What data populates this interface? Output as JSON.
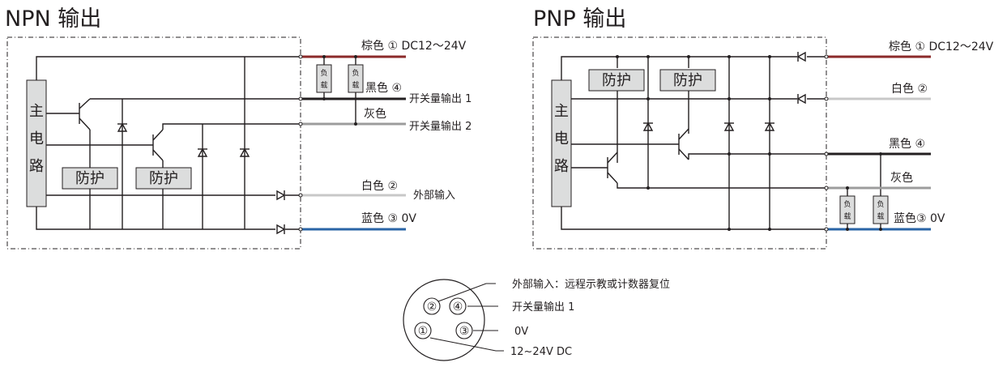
{
  "npn": {
    "title": "NPN 输出",
    "main_circuit": [
      "主",
      "电",
      "路"
    ],
    "protect_1": "防护",
    "protect_2": "防护",
    "load_1": [
      "负",
      "载"
    ],
    "load_2": [
      "负",
      "载"
    ],
    "wires": {
      "brown": "棕色 ① DC12～24V",
      "black": "黑色 ④",
      "black_func": "开关量输出 1",
      "gray": "灰色",
      "gray_func": "开关量输出 2",
      "white": "白色 ②",
      "white_func": "外部输入",
      "blue": "蓝色 ③ 0V"
    }
  },
  "pnp": {
    "title": "PNP 输出",
    "main_circuit": [
      "主",
      "电",
      "路"
    ],
    "protect_1": "防护",
    "protect_2": "防护",
    "load_1": [
      "负",
      "载"
    ],
    "load_2": [
      "负",
      "载"
    ],
    "wires": {
      "brown": "棕色 ① DC12～24V",
      "white": "白色 ②",
      "black": "黑色 ④",
      "gray": "灰色",
      "blue": "蓝色③ 0V"
    }
  },
  "connector": {
    "pins": [
      "②",
      "④",
      "①",
      "③"
    ],
    "labels": {
      "pin2": "外部输入：远程示教或计数器复位",
      "pin4": "开关量输出 1",
      "pin3": "0V",
      "pin1": "12~24V DC"
    }
  },
  "colors": {
    "brown_wire": "#8b2a2a",
    "black_wire": "#231f20",
    "gray_wire": "#9c9c9c",
    "white_wire": "#c8c8c8",
    "blue_wire": "#2a64a6",
    "box_fill": "#dcdddd"
  }
}
